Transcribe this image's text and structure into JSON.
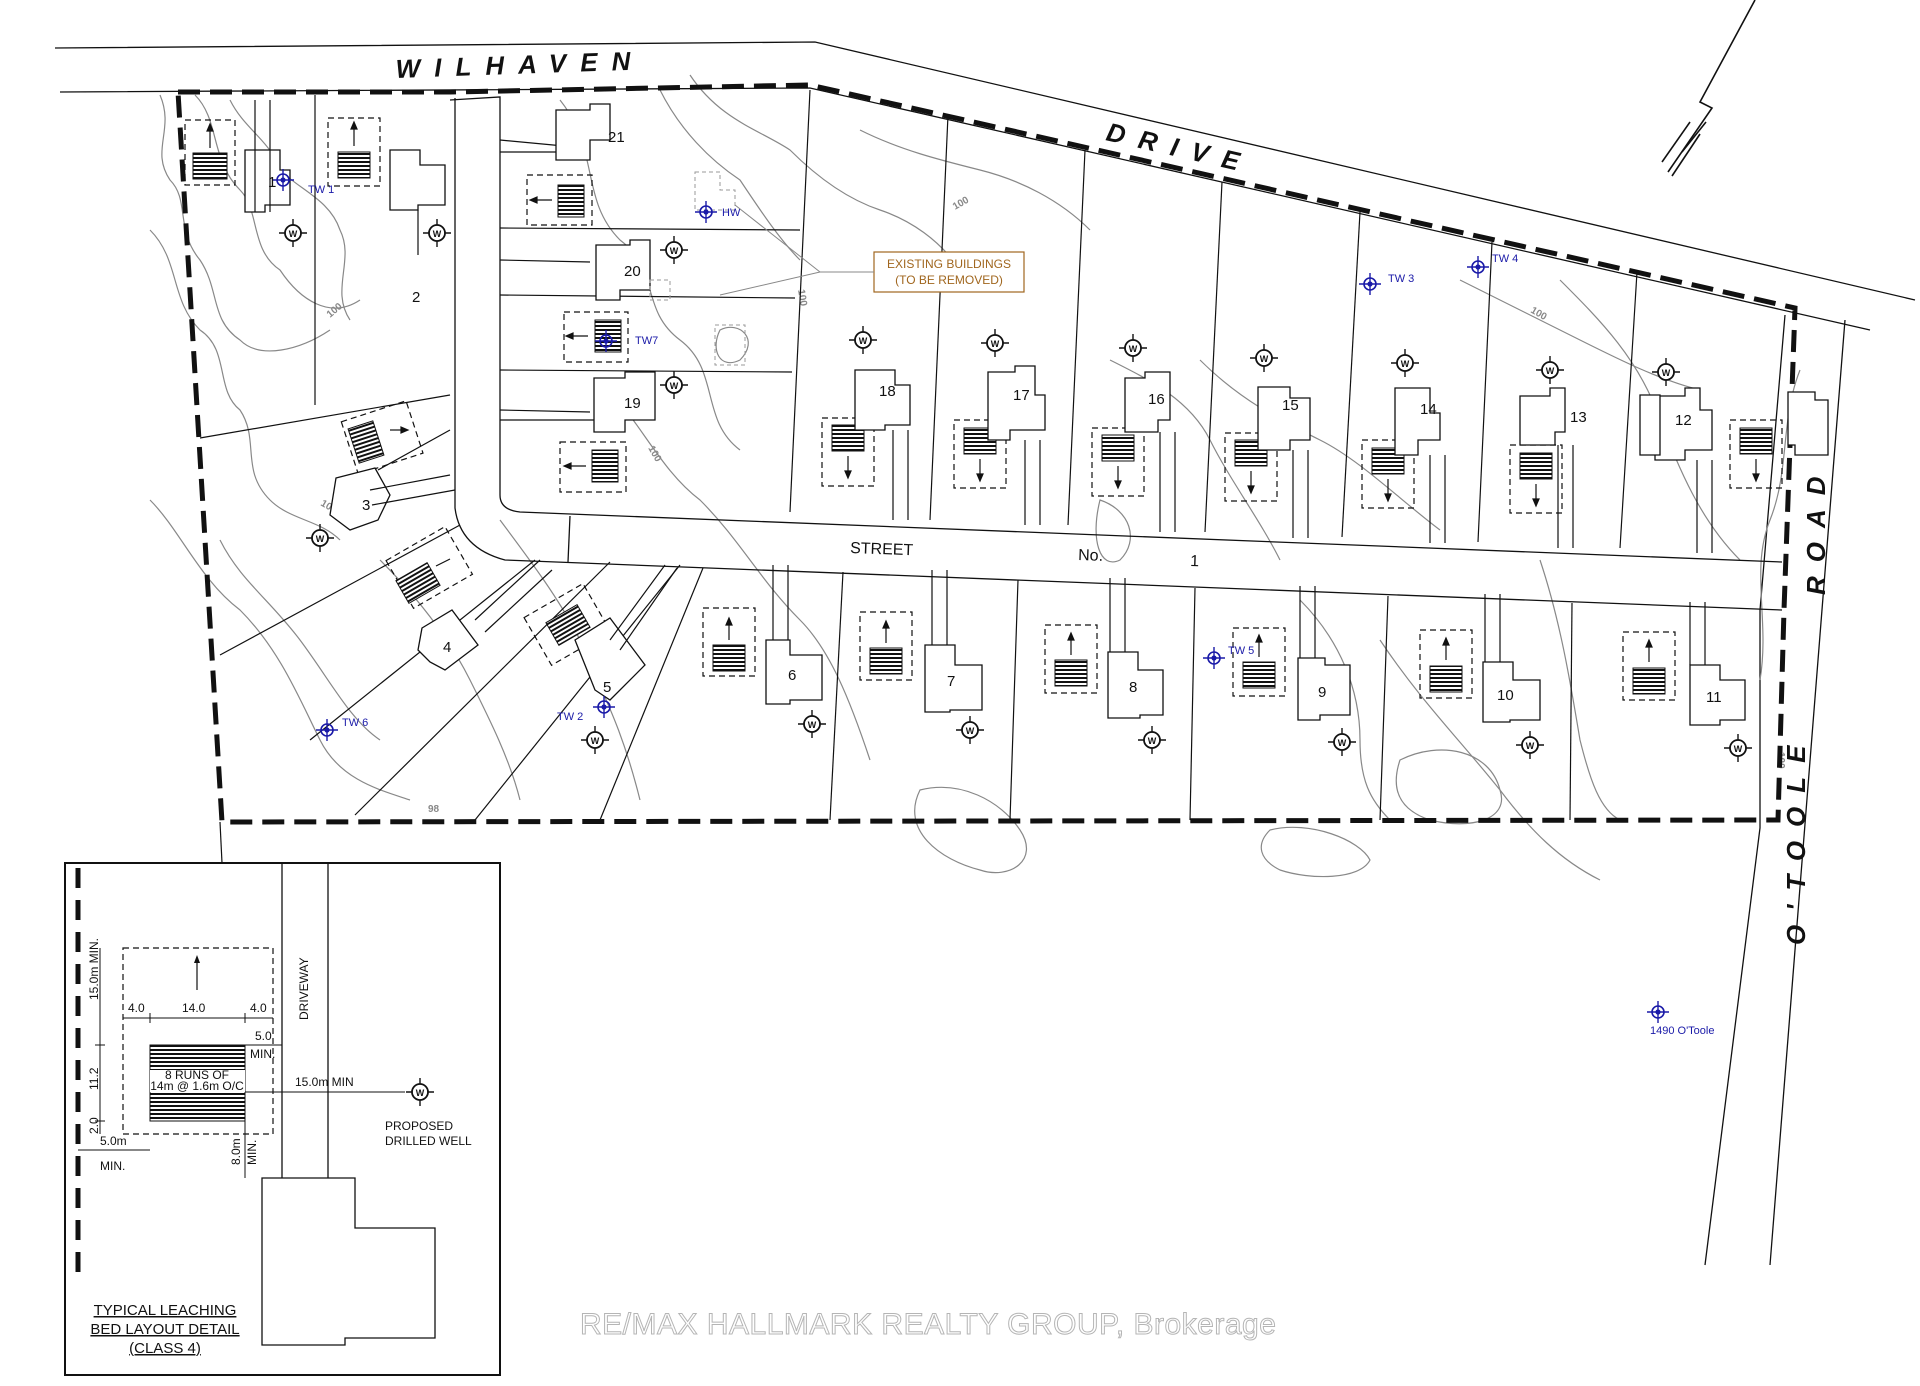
{
  "roads": {
    "north": "WILHAVEN",
    "north2": "DRIVE",
    "east": "ROAD",
    "east2": "O'TOOLE",
    "street": "STREET",
    "street_no": "No.",
    "street_num": "1"
  },
  "callout": {
    "line1": "EXISTING BUILDINGS",
    "line2": "(TO BE REMOVED)"
  },
  "lots": [
    "1",
    "2",
    "3",
    "4",
    "5",
    "6",
    "7",
    "8",
    "9",
    "10",
    "11",
    "12",
    "13",
    "14",
    "15",
    "16",
    "17",
    "18",
    "19",
    "20",
    "21"
  ],
  "test_wells": [
    "TW 1",
    "TW 2",
    "TW 3",
    "TW 4",
    "TW 5",
    "TW 6",
    "TW7",
    "HW",
    "1490 O'Toole"
  ],
  "well_symbol": "W",
  "contours": [
    "100",
    "100",
    "100",
    "100",
    "100",
    "100",
    "100",
    "98"
  ],
  "detail": {
    "dim_15": "15.0m MIN.",
    "dim_112": "11.2",
    "dim_20": "2.0",
    "dim_40a": "4.0",
    "dim_140": "14.0",
    "dim_40b": "4.0",
    "dim_50": "5.0",
    "dim_min": "MIN.",
    "runs1": "8 RUNS OF",
    "runs2": "14m @ 1.6m O/C",
    "well_dist": "15.0m MIN",
    "well1": "PROPOSED",
    "well2": "DRILLED WELL",
    "dim_80": "8.0m",
    "dim_80b": "MIN.",
    "dim_5m": "5.0m",
    "dim_5mb": "MIN.",
    "driveway": "DRIVEWAY",
    "title1": "TYPICAL LEACHING",
    "title2": "BED LAYOUT DETAIL",
    "title3": "(CLASS 4)"
  },
  "watermark": "RE/MAX HALLMARK REALTY GROUP, Brokerage"
}
